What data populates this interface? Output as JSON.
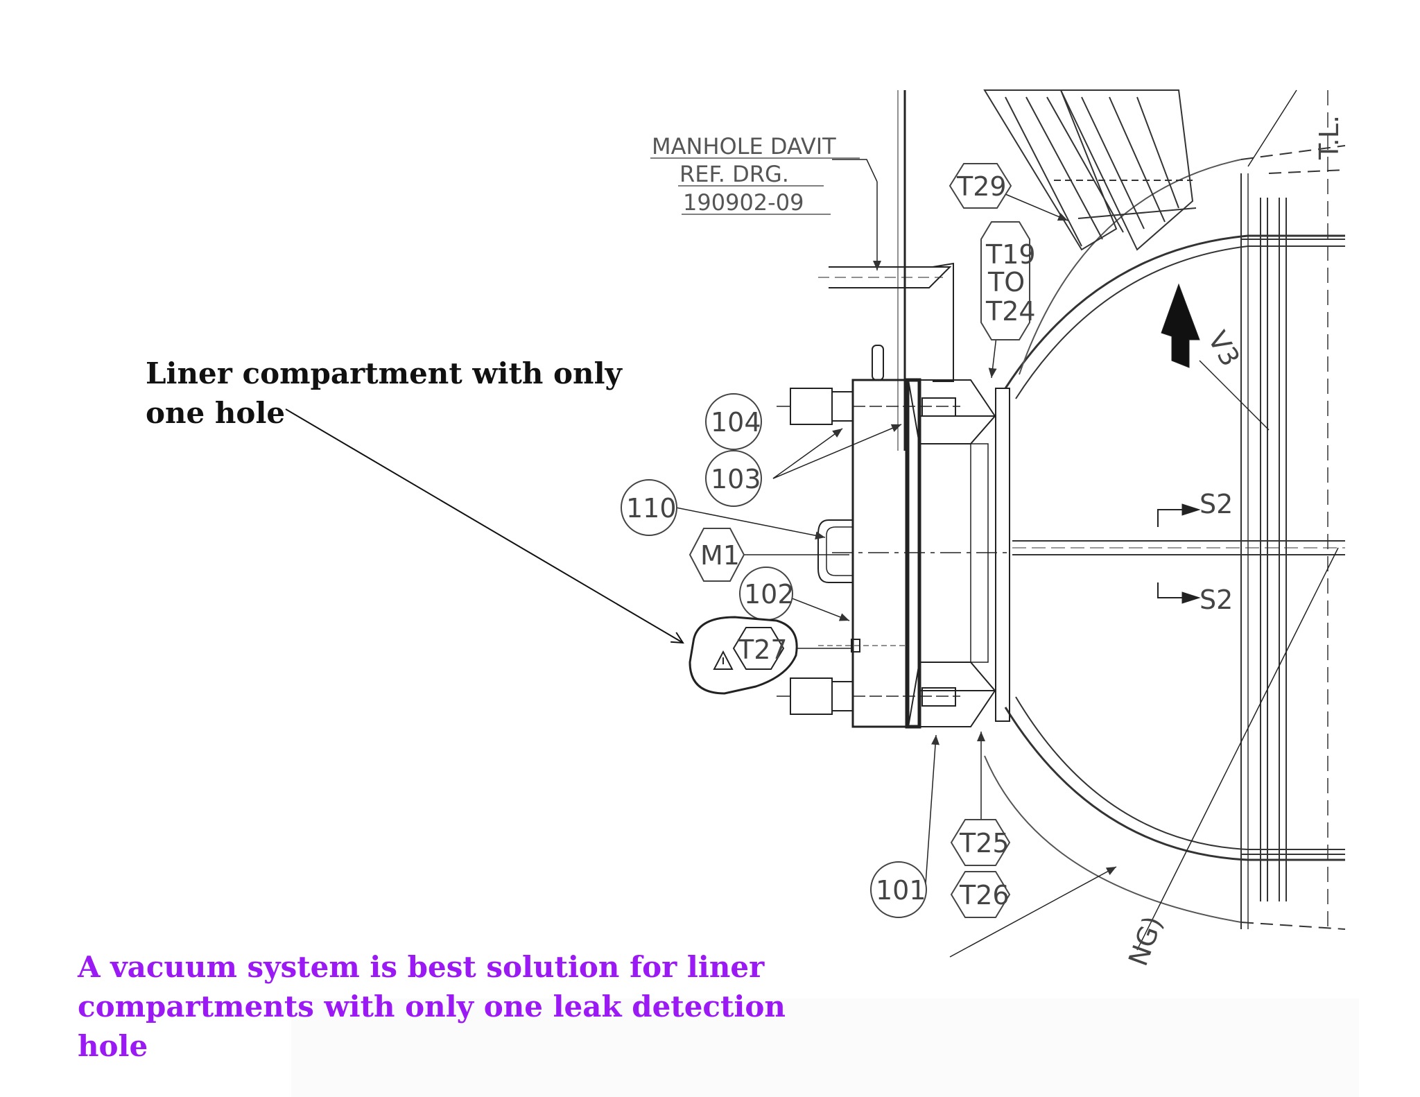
{
  "heading": {
    "line1": "Liner compartment with only",
    "line2": "one hole"
  },
  "caption": {
    "line1": "A vacuum system is best solution for liner",
    "line2": "compartments with only one leak detection hole",
    "color": "#9b19f5"
  },
  "drawing": {
    "reference_note": {
      "line1": "MANHOLE DAVIT",
      "line2": "REF. DRG.",
      "line3": "190902-09"
    },
    "tags": {
      "t29": "T29",
      "t19_line1": "T19",
      "t19_line2": "TO",
      "t19_line3": "T24",
      "n104": "104",
      "n103": "103",
      "n110": "110",
      "m1": "M1",
      "n102": "102",
      "t27": "T27",
      "t25": "T25",
      "t26": "T26",
      "n101": "101",
      "v3": "V3",
      "s2_top": "S2",
      "s2_bottom": "S2",
      "tl": "T.L.",
      "ng": "NG)"
    }
  }
}
